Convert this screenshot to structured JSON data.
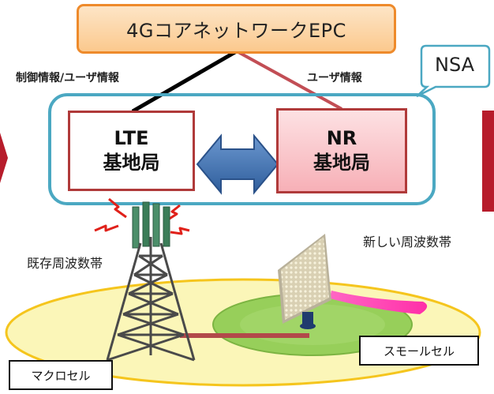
{
  "core_network": {
    "label": "4GコアネットワークEPC"
  },
  "labels": {
    "control_user": "制御情報/ユーザ情報",
    "user_only": "ユーザ情報",
    "nsa": "NSA",
    "lte_line1": "LTE",
    "lte_line2": "基地局",
    "nr_line1": "NR",
    "nr_line2": "基地局",
    "existing_band": "既存周波数帯",
    "new_band": "新しい周波数帯",
    "macro_cell": "マクロセル",
    "small_cell": "スモールセル"
  },
  "colors": {
    "core_fill": "#fcd7a9",
    "core_border": "#ee8a2b",
    "nsa_border": "#4ba8c2",
    "lte_border": "#b03a3a",
    "nr_fill": "#f9c2c6",
    "nr_border": "#b03a3a",
    "arrow": "#4a7ab8",
    "macro_fill": "#fbf6b8",
    "macro_border": "#f5c51d",
    "small_fill": "#97cf5a",
    "side_red": "#b71c2b"
  }
}
